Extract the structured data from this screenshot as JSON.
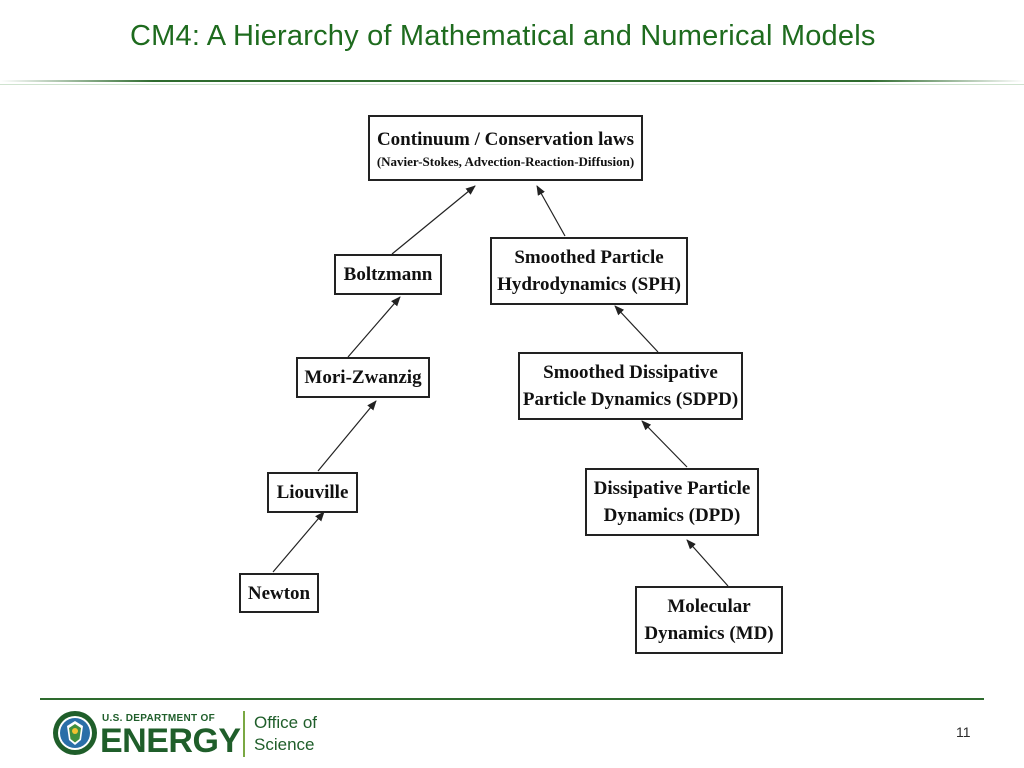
{
  "slide": {
    "title": "CM4: A Hierarchy of Mathematical and Numerical Models",
    "page_number": "11"
  },
  "diagram": {
    "nodes": {
      "continuum": {
        "label": "Continuum / Conservation laws",
        "sublabel": "(Navier-Stokes, Advection-Reaction-Diffusion)"
      },
      "boltzmann": {
        "label": "Boltzmann"
      },
      "sph": {
        "line1": "Smoothed Particle",
        "line2": "Hydrodynamics (SPH)"
      },
      "mori_zwanzig": {
        "label": "Mori-Zwanzig"
      },
      "sdpd": {
        "line1": "Smoothed Dissipative",
        "line2": "Particle Dynamics (SDPD)"
      },
      "liouville": {
        "label": "Liouville"
      },
      "dpd": {
        "line1": "Dissipative Particle",
        "line2": "Dynamics (DPD)"
      },
      "newton": {
        "label": "Newton"
      },
      "md": {
        "line1": "Molecular",
        "line2": "Dynamics (MD)"
      }
    },
    "edges": [
      {
        "from": "Boltzmann",
        "to": "Continuum / Conservation laws"
      },
      {
        "from": "Smoothed Particle Hydrodynamics (SPH)",
        "to": "Continuum / Conservation laws"
      },
      {
        "from": "Mori-Zwanzig",
        "to": "Boltzmann"
      },
      {
        "from": "Smoothed Dissipative Particle Dynamics (SDPD)",
        "to": "Smoothed Particle Hydrodynamics (SPH)"
      },
      {
        "from": "Liouville",
        "to": "Mori-Zwanzig"
      },
      {
        "from": "Dissipative Particle Dynamics (DPD)",
        "to": "Smoothed Dissipative Particle Dynamics (SDPD)"
      },
      {
        "from": "Newton",
        "to": "Liouville"
      },
      {
        "from": "Molecular Dynamics (MD)",
        "to": "Dissipative Particle Dynamics (DPD)"
      }
    ]
  },
  "footer": {
    "dept_line": "U.S. DEPARTMENT OF",
    "energy_word": "ENERGY",
    "office_line1": "Office of",
    "office_line2": "Science"
  },
  "colors": {
    "title": "#1e6b1e",
    "rule": "#2e6b2e",
    "doe_green": "#1f5e2a",
    "office_divider": "#7aa843"
  }
}
